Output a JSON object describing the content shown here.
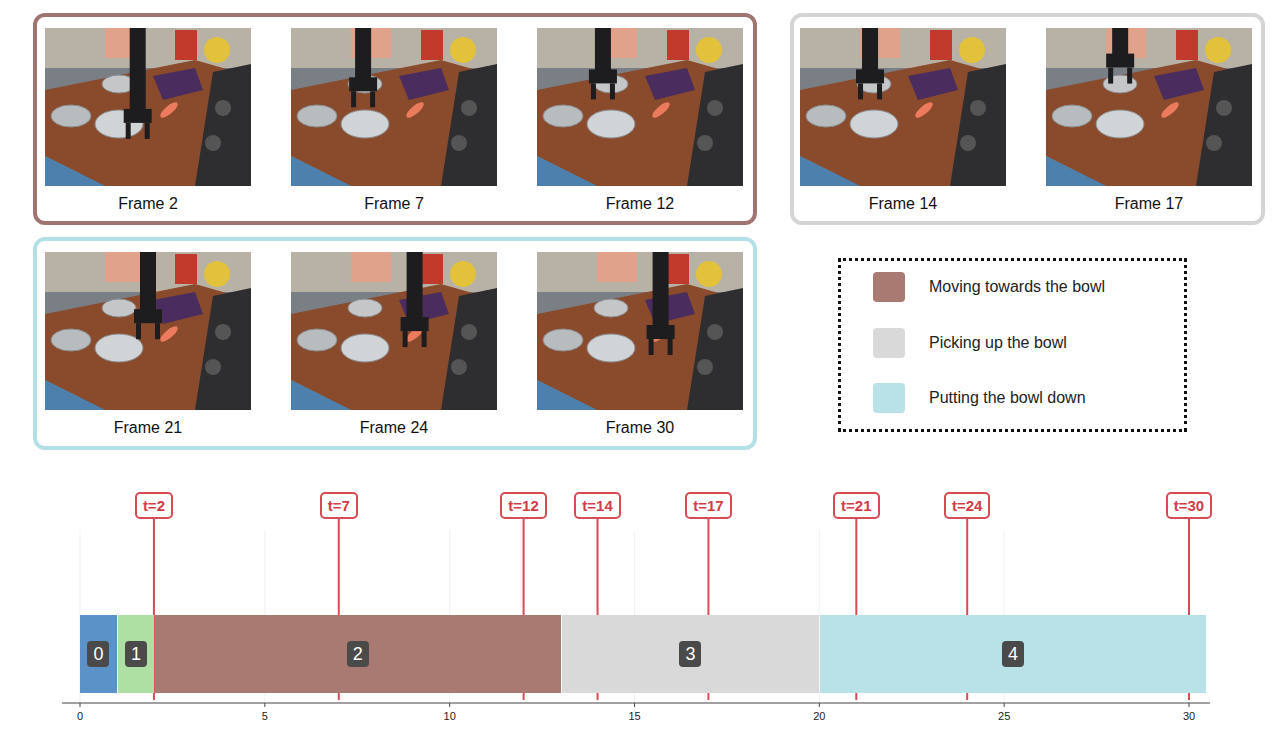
{
  "diagram": {
    "nodes": [
      {
        "text": []
      },
      {
        "text": [
          "Frame 2"
        ],
        "in": 0
      },
      {
        "text": [
          "Frame 7"
        ],
        "in": 0
      },
      {
        "text": [
          "Frame 12"
        ],
        "in": 0
      },
      {
        "text": []
      },
      {
        "text": [
          "Frame 14"
        ],
        "in": 4
      },
      {
        "text": [
          "Frame 17"
        ],
        "in": 4
      },
      {
        "text": []
      },
      {
        "text": [
          "Frame 21"
        ],
        "in": 7
      },
      {
        "text": [
          "Frame 24"
        ],
        "in": 7
      },
      {
        "text": [
          "Frame 30"
        ],
        "in": 7
      },
      {
        "text": [
          "0"
        ]
      },
      {
        "text": [
          "1"
        ]
      },
      {
        "text": [
          "2"
        ]
      },
      {
        "text": [
          "3"
        ]
      },
      {
        "text": [
          "4"
        ]
      }
    ],
    "labels": [
      "t=2",
      "t=7",
      "t=12",
      "t=14",
      "t=17",
      "t=21",
      "t=24",
      "t=30",
      "0",
      "5",
      "10",
      "15",
      "20",
      "25",
      "30"
    ],
    "legend": [
      {
        "text": "Moving towards the bowl",
        "color": "#a97a72"
      },
      {
        "text": "Picking up the bowl",
        "color": "#d9d9d9"
      },
      {
        "text": "Putting the bowl down",
        "color": "#b8e2e8"
      }
    ]
  }
}
